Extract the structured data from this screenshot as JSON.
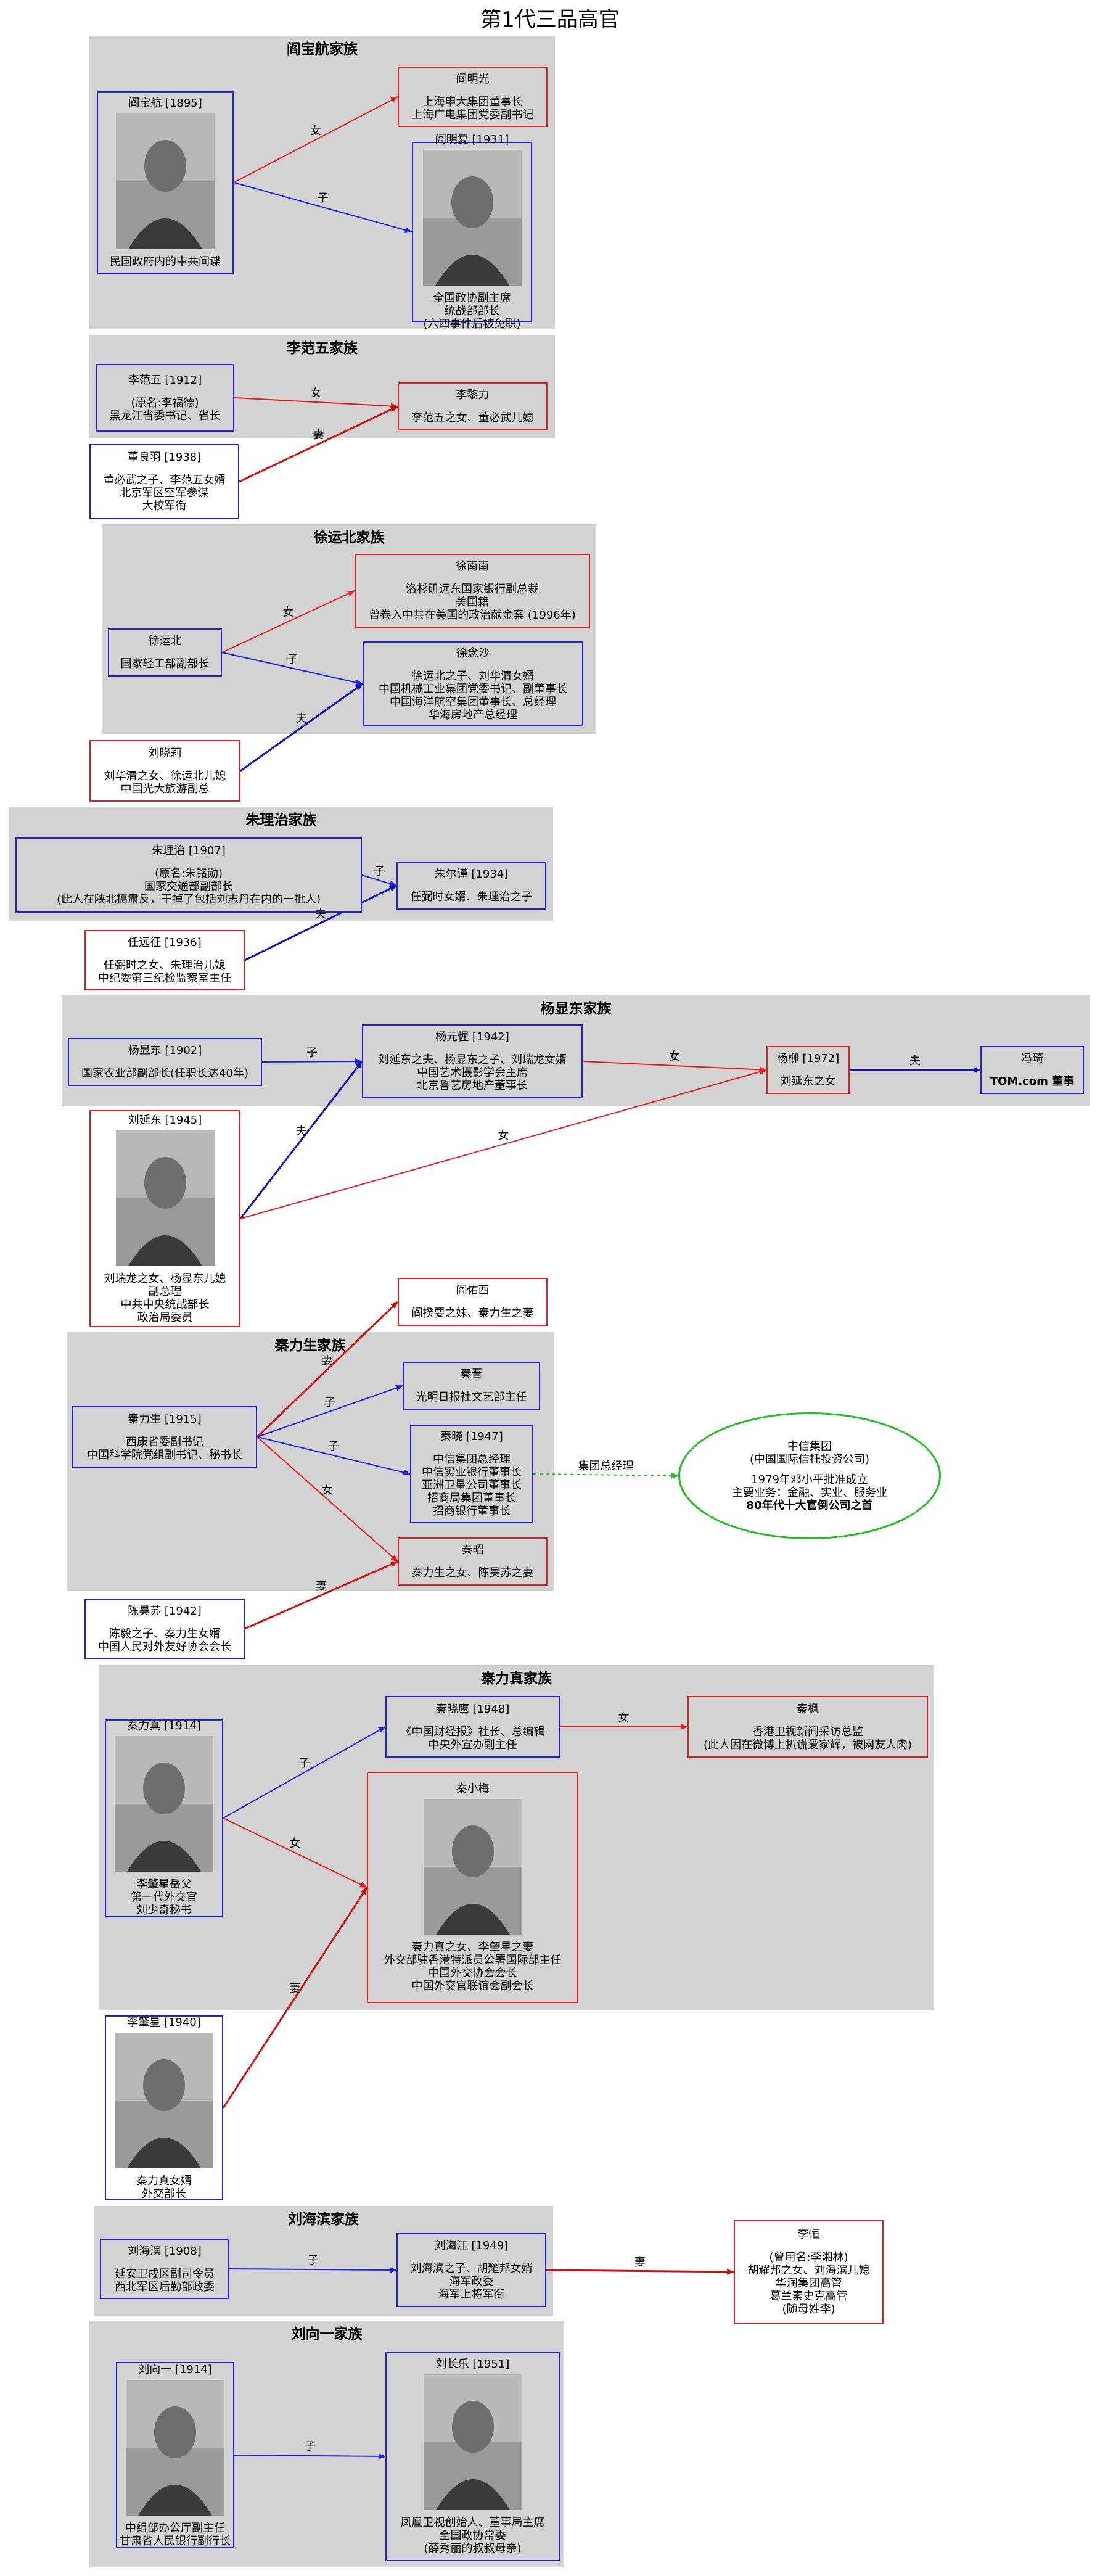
{
  "title": "第1代三品高官",
  "clusters": [
    {
      "id": "c1",
      "title": "阎宝航家族"
    },
    {
      "id": "c2",
      "title": "李范五家族"
    },
    {
      "id": "c3",
      "title": "徐运北家族"
    },
    {
      "id": "c4",
      "title": "朱理治家族"
    },
    {
      "id": "c5",
      "title": "杨显东家族"
    },
    {
      "id": "c6",
      "title": "秦力生家族"
    },
    {
      "id": "c7",
      "title": "秦力真家族"
    },
    {
      "id": "c8",
      "title": "刘海滨家族"
    },
    {
      "id": "c9",
      "title": "刘向一家族"
    }
  ],
  "nodes": [
    {
      "id": "yanbaohang",
      "border": "blue",
      "photo": true,
      "lines": [
        "阎宝航 [1895]",
        "民国政府内的中共间谍"
      ]
    },
    {
      "id": "yanmingguang",
      "border": "red",
      "lines": [
        "阎明光",
        "上海申大集团董事长",
        "上海广电集团党委副书记"
      ]
    },
    {
      "id": "yanmingfu",
      "border": "blue",
      "photo": true,
      "lines": [
        "阎明复 [1931]",
        "全国政协副主席",
        "统战部部长",
        "(六四事件后被免职)"
      ]
    },
    {
      "id": "lifanwu",
      "border": "blue",
      "lines": [
        "李范五 [1912]",
        "(原名:李福德)",
        "黑龙江省委书记、省长"
      ]
    },
    {
      "id": "lili",
      "border": "red",
      "lines": [
        "李黎力",
        "李范五之女、董必武儿媳"
      ]
    },
    {
      "id": "dongliangyu",
      "border": "blue",
      "white": true,
      "lines": [
        "董良羽 [1938]",
        "董必武之子、李范五女婿",
        "北京军区空军参谋",
        "大校军衔"
      ]
    },
    {
      "id": "xuyunbei",
      "border": "blue",
      "lines": [
        "徐运北",
        "国家轻工部副部长"
      ]
    },
    {
      "id": "xunannan",
      "border": "red",
      "lines": [
        "徐南南",
        "洛杉矶远东国家银行副总裁",
        "美国籍",
        "曾卷入中共在美国的政治献金案 (1996年)"
      ]
    },
    {
      "id": "xunianSha",
      "border": "blue",
      "lines": [
        "徐念沙",
        "徐运北之子、刘华清女婿",
        "中国机械工业集团党委书记、副董事长",
        "中国海洋航空集团董事长、总经理",
        "华海房地产总经理"
      ]
    },
    {
      "id": "liuxiaoli",
      "border": "red",
      "white": true,
      "lines": [
        "刘晓莉",
        "刘华清之女、徐运北儿媳",
        "中国光大旅游副总"
      ]
    },
    {
      "id": "zhulizhi",
      "border": "blue",
      "lines": [
        "朱理治 [1907]",
        "(原名:朱铭勋)",
        "国家交通部副部长",
        "(此人在陕北搞肃反，干掉了包括刘志丹在内的一批人)"
      ]
    },
    {
      "id": "zhuerjin",
      "border": "blue",
      "lines": [
        "朱尔谨 [1934]",
        "任弼时女婿、朱理治之子"
      ]
    },
    {
      "id": "renyuanzheng",
      "border": "red",
      "white": true,
      "lines": [
        "任远征 [1936]",
        "任弼时之女、朱理治儿媳",
        "中纪委第三纪检监察室主任"
      ]
    },
    {
      "id": "yangxiandong",
      "border": "blue",
      "lines": [
        "杨显东 [1902]",
        "国家农业部副部长(任职长达40年)"
      ]
    },
    {
      "id": "yangyuanxing",
      "border": "blue",
      "lines": [
        "杨元惺 [1942]",
        "刘延东之夫、杨显东之子、刘瑞龙女婿",
        "中国艺术摄影学会主席",
        "北京鲁艺房地产董事长"
      ]
    },
    {
      "id": "yangliu",
      "border": "red",
      "lines": [
        "杨柳 [1972]",
        "刘延东之女"
      ]
    },
    {
      "id": "fengyi",
      "border": "blue",
      "lines": [
        "冯琦",
        "TOM.com 董事"
      ]
    },
    {
      "id": "liuyandong",
      "border": "red",
      "white": true,
      "photo": true,
      "lines": [
        "刘延东 [1945]",
        "刘瑞龙之女、杨显东儿媳",
        "副总理",
        "中共中央统战部长",
        "政治局委员"
      ]
    },
    {
      "id": "yanyouxi",
      "border": "red",
      "white": true,
      "lines": [
        "阎佑西",
        "阎揆要之妹、秦力生之妻"
      ]
    },
    {
      "id": "qinlisheng",
      "border": "blue",
      "lines": [
        "秦力生 [1915]",
        "西康省委副书记",
        "中国科学院党组副书记、秘书长"
      ]
    },
    {
      "id": "qinjin",
      "border": "blue",
      "lines": [
        "秦晋",
        "光明日报社文艺部主任"
      ]
    },
    {
      "id": "qinxiao",
      "border": "blue",
      "lines": [
        "秦晓 [1947]",
        "中信集团总经理",
        "中信实业银行董事长",
        "亚洲卫星公司董事长",
        "招商局集团董事长",
        "招商银行董事长"
      ]
    },
    {
      "id": "qinzhao",
      "border": "red",
      "lines": [
        "秦昭",
        "秦力生之女、陈昊苏之妻"
      ]
    },
    {
      "id": "chenhaosu",
      "border": "blue",
      "white": true,
      "lines": [
        "陈昊苏 [1942]",
        "陈毅之子、秦力生女婿",
        "中国人民对外友好协会会长"
      ]
    },
    {
      "id": "qinlizhen",
      "border": "blue",
      "photo": true,
      "lines": [
        "秦力真 [1914]",
        "李肇星岳父",
        "第一代外交官",
        "刘少奇秘书"
      ]
    },
    {
      "id": "qinxiaoying",
      "border": "blue",
      "lines": [
        "秦晓鹰 [1948]",
        "《中国财经报》社长、总编辑",
        "中央外宣办副主任"
      ]
    },
    {
      "id": "qinfeng",
      "border": "red",
      "lines": [
        "秦枫",
        "香港卫视新闻采访总监",
        "(此人因在微博上扒谎爱家辉，被网友人肉)"
      ]
    },
    {
      "id": "qinxiaomei",
      "border": "red",
      "photo": true,
      "lines": [
        "秦小梅",
        "秦力真之女、李肇星之妻",
        "外交部驻香港特派员公署国际部主任",
        "中国外交协会会长",
        "中国外交官联谊会副会长"
      ]
    },
    {
      "id": "lizhaoxing",
      "border": "blue",
      "white": true,
      "photo": true,
      "lines": [
        "李肇星 [1940]",
        "秦力真女婿",
        "外交部长"
      ]
    },
    {
      "id": "liuhaibin",
      "border": "blue",
      "lines": [
        "刘海滨 [1908]",
        "延安卫戍区副司令员",
        "西北军区后勤部政委"
      ]
    },
    {
      "id": "liuhaijiang",
      "border": "blue",
      "lines": [
        "刘海江 [1949]",
        "刘海滨之子、胡耀邦女婿",
        "海军政委",
        "海军上将军衔"
      ]
    },
    {
      "id": "liheng",
      "border": "red",
      "white": true,
      "lines": [
        "李恒",
        "(曾用名:李湘林)",
        "胡耀邦之女、刘海滨儿媳",
        "华润集团高管",
        "葛兰素史克高管",
        "(随母姓李)"
      ]
    },
    {
      "id": "liuxiangyi",
      "border": "blue",
      "photo": true,
      "lines": [
        "刘向一 [1914]",
        "中组部办公厅副主任",
        "甘肃省人民银行副行长"
      ]
    },
    {
      "id": "liuchangle",
      "border": "blue",
      "photo": true,
      "lines": [
        "刘长乐 [1951]",
        "凤凰卫视创始人、董事局主席",
        "全国政协常委",
        "(薛秀丽的叔叔母亲)"
      ]
    }
  ],
  "ellipse": {
    "lines": [
      "中信集团",
      "(中国国际信托投资公司)",
      "1979年邓小平批准成立",
      "主要业务：金融、实业、服务业",
      "80年代十大官倒公司之首"
    ]
  },
  "edges": [
    {
      "from": "yanbaohang",
      "to": "yanmingguang",
      "label": "女",
      "color": "#e02020"
    },
    {
      "from": "yanbaohang",
      "to": "yanmingfu",
      "label": "子",
      "color": "#2020e0"
    },
    {
      "from": "lifanwu",
      "to": "lili",
      "label": "女",
      "color": "#e02020"
    },
    {
      "from": "dongliangyu",
      "to": "lili",
      "label": "妻",
      "color": "#d01010"
    },
    {
      "from": "xuyunbei",
      "to": "xunannan",
      "label": "女",
      "color": "#e02020"
    },
    {
      "from": "xuyunbei",
      "to": "xunianSha",
      "label": "子",
      "color": "#2020e0"
    },
    {
      "from": "liuxiaoli",
      "to": "xunianSha",
      "label": "夫",
      "color": "#1010c0"
    },
    {
      "from": "zhulizhi",
      "to": "zhuerjin",
      "label": "子",
      "color": "#2020e0"
    },
    {
      "from": "renyuanzheng",
      "to": "zhuerjin",
      "label": "夫",
      "color": "#1010c0"
    },
    {
      "from": "yangxiandong",
      "to": "yangyuanxing",
      "label": "子",
      "color": "#2020e0"
    },
    {
      "from": "yangyuanxing",
      "to": "yangliu",
      "label": "女",
      "color": "#e02020"
    },
    {
      "from": "yangliu",
      "to": "fengyi",
      "label": "夫",
      "color": "#1010c0"
    },
    {
      "from": "liuyandong",
      "to": "yangyuanxing",
      "label": "夫",
      "color": "#1010c0"
    },
    {
      "from": "liuyandong",
      "to": "yangliu",
      "label": "女",
      "color": "#e02020"
    },
    {
      "from": "qinlisheng",
      "to": "yanyouxi",
      "label": "妻",
      "color": "#d01010"
    },
    {
      "from": "qinlisheng",
      "to": "qinjin",
      "label": "子",
      "color": "#2020e0"
    },
    {
      "from": "qinlisheng",
      "to": "qinxiao",
      "label": "子",
      "color": "#2020e0"
    },
    {
      "from": "qinlisheng",
      "to": "qinzhao",
      "label": "女",
      "color": "#e02020"
    },
    {
      "from": "qinxiao",
      "to": "ellipse",
      "label": "集团总经理",
      "color": "#20c020",
      "dashed": true
    },
    {
      "from": "chenhaosu",
      "to": "qinzhao",
      "label": "妻",
      "color": "#d01010"
    },
    {
      "from": "qinlizhen",
      "to": "qinxiaoying",
      "label": "子",
      "color": "#2020e0"
    },
    {
      "from": "qinlizhen",
      "to": "qinxiaomei",
      "label": "女",
      "color": "#e02020"
    },
    {
      "from": "qinxiaoying",
      "to": "qinfeng",
      "label": "女",
      "color": "#e02020"
    },
    {
      "from": "lizhaoxing",
      "to": "qinxiaomei",
      "label": "妻",
      "color": "#d01010"
    },
    {
      "from": "liuhaibin",
      "to": "liuhaijiang",
      "label": "子",
      "color": "#2020e0"
    },
    {
      "from": "liuhaijiang",
      "to": "liheng",
      "label": "妻",
      "color": "#d01010"
    },
    {
      "from": "liuxiangyi",
      "to": "liuchangle",
      "label": "子",
      "color": "#2020e0"
    }
  ]
}
